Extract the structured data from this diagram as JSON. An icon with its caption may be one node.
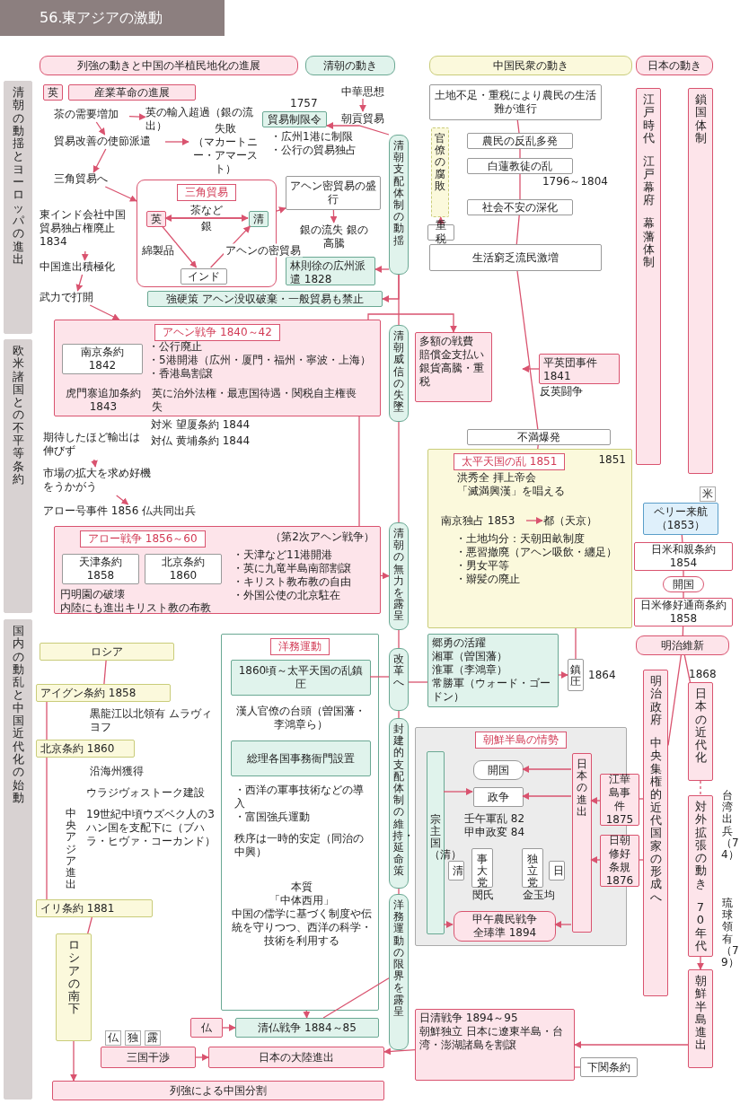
{
  "diagram": {
    "title": "56.東アジアの激動",
    "nodes": [
      {
        "text": [
          "列強の動きと中国の半植民地化の進展"
        ]
      },
      {
        "text": [
          "清朝の動き"
        ]
      },
      {
        "text": [
          "中国民衆の動き"
        ]
      },
      {
        "text": [
          "日本の動き"
        ]
      },
      {
        "text": [
          "清朝の動揺とヨーロッパの進出"
        ]
      },
      {
        "text": [
          "欧米諸国との不平等条約"
        ]
      },
      {
        "text": [
          "国内の動乱と中国近代化の始動"
        ]
      },
      {
        "text": [
          "英"
        ]
      },
      {
        "text": [
          "産業革命の進展"
        ]
      },
      {
        "text": [
          "茶の需要増加"
        ]
      },
      {
        "text": [
          "英の輸入超過（銀の流出）"
        ]
      },
      {
        "text": [
          "貿易改善の使節派遣"
        ]
      },
      {
        "text": [
          "失敗",
          "（マカートニー・アマースト）"
        ]
      },
      {
        "text": [
          "三角貿易へ"
        ]
      },
      {
        "text": [
          "三角貿易"
        ]
      },
      {
        "text": [
          "英"
        ],
        "in": 14
      },
      {
        "text": [
          "清"
        ],
        "in": 14
      },
      {
        "text": [
          "インド"
        ],
        "in": 14
      },
      {
        "text": [
          "東インド会社中国貿易独占権廃止 1834"
        ]
      },
      {
        "text": [
          "中国進出積極化"
        ]
      },
      {
        "text": [
          "武力で打開"
        ]
      },
      {
        "text": [
          "中華思想"
        ]
      },
      {
        "text": [
          "朝貢貿易"
        ]
      },
      {
        "text": [
          "貿易制限令"
        ],
        "beside": [
          "1757",
          "・広州1港に制限",
          "・公行の貿易独占"
        ]
      },
      {
        "text": [
          "アヘン密貿易の盛行"
        ]
      },
      {
        "text": [
          "銀の流失 銀の高騰"
        ]
      },
      {
        "text": [
          "林則徐の広州派遣 1828"
        ]
      },
      {
        "text": [
          "強硬策 アヘン没収破棄・一般貿易も禁止"
        ]
      },
      {
        "text": [
          "清朝支配体制の動揺"
        ]
      },
      {
        "text": [
          "土地不足・重税により農民の生活難が進行"
        ]
      },
      {
        "text": [
          "官僚の腐敗"
        ]
      },
      {
        "text": [
          "重税"
        ]
      },
      {
        "text": [
          "農民の反乱多発"
        ]
      },
      {
        "text": [
          "白蓮教徒の乱"
        ],
        "beside": [
          "1796～1804"
        ]
      },
      {
        "text": [
          "社会不安の深化"
        ]
      },
      {
        "text": [
          "生活窮乏流民激増"
        ]
      },
      {
        "text": [
          "江戸時代",
          "江戸幕府",
          "幕藩体制"
        ]
      },
      {
        "text": [
          "鎖国体制"
        ]
      },
      {
        "text": [
          "アヘン戦争 1840～42"
        ]
      },
      {
        "text": [
          "南京条約 1842"
        ],
        "in": 38
      },
      {
        "text": [
          "・公行廃止",
          "・5港開港（広州・厦門・福州・寧波・上海）",
          "・香港島割譲"
        ],
        "in": 38
      },
      {
        "text": [
          "虎門寨追加条約 1843"
        ],
        "in": 38
      },
      {
        "text": [
          "英に治外法権・最恵国待遇・関税自主権喪失"
        ],
        "in": 38
      },
      {
        "text": [
          "清朝威信の失墜"
        ]
      },
      {
        "text": [
          "多額の戦費",
          "賠償金支払い",
          "銀貨高騰・重税"
        ]
      },
      {
        "text": [
          "平英団事件",
          "1841"
        ],
        "beside": [
          "反英闘争"
        ]
      },
      {
        "text": [
          "期待したほど輸出は伸びず"
        ]
      },
      {
        "text": [
          "市場の拡大を求め好機をうかがう"
        ]
      },
      {
        "text": [
          "アロー号事件 1856 仏共同出兵"
        ]
      },
      {
        "text": [
          "アロー戦争 1856～60"
        ],
        "beside": [
          "（第2次アヘン戦争）"
        ]
      },
      {
        "text": [
          "天津条約 1858"
        ],
        "in": 49
      },
      {
        "text": [
          "北京条約 1860"
        ],
        "in": 49
      },
      {
        "text": [
          "円明園の破壊",
          "内陸にも進出キリスト教の布教"
        ],
        "in": 49
      },
      {
        "text": [
          "・天津など11港開港",
          "・英に九竜半島南部割譲",
          "・キリスト教布教の自由",
          "・外国公使の北京駐在"
        ],
        "in": 49
      },
      {
        "text": [
          "清朝の無力を露呈"
        ]
      },
      {
        "text": [
          "不満爆発"
        ]
      },
      {
        "text": [
          "太平天国の乱 1851"
        ],
        "beside": [
          "1851"
        ]
      },
      {
        "text": [
          "洪秀全 拝上帝会",
          "「滅満興漢」を唱える"
        ],
        "in": 56
      },
      {
        "text": [
          "南京独占 1853"
        ],
        "in": 56
      },
      {
        "text": [
          "都（天京）"
        ],
        "in": 56
      },
      {
        "text": [
          "・土地均分：天朝田畝制度",
          "・悪習撤廃（アヘン吸飲・纏足）",
          "・男女平等",
          "・辮髪の廃止"
        ],
        "in": 56
      },
      {
        "text": [
          "ペリー来航（1853）"
        ],
        "beside": [
          "米"
        ]
      },
      {
        "text": [
          "日米和親条約 1854"
        ]
      },
      {
        "text": [
          "開国"
        ]
      },
      {
        "text": [
          "日米修好通商条約 1858"
        ]
      },
      {
        "text": [
          "明治維新"
        ]
      },
      {
        "text": [
          "ロシア"
        ]
      },
      {
        "text": [
          "アイグン条約 1858"
        ]
      },
      {
        "text": [
          "黒龍江以北領有 ムラヴィヨフ"
        ]
      },
      {
        "text": [
          "北京条約 1860"
        ]
      },
      {
        "text": [
          "沿海州獲得"
        ]
      },
      {
        "text": [
          "ウラジヴォストーク建設"
        ]
      },
      {
        "text": [
          "中央アジア進出"
        ]
      },
      {
        "text": [
          "19世紀中頃ウズベク人の3ハン国を支配下に（ブハラ・ヒヴァ・コーカンド）"
        ]
      },
      {
        "text": [
          "イリ条約 1881"
        ]
      },
      {
        "text": [
          "ロシアの南下"
        ]
      },
      {
        "text": [
          "洋務運動"
        ]
      },
      {
        "text": [
          "1860頃～太平天国の乱鎮圧"
        ],
        "in": 76
      },
      {
        "text": [
          "漢人官僚の台頭（曽国藩・李鴻章ら）"
        ],
        "in": 76
      },
      {
        "text": [
          "総理各国事務衙門設置"
        ],
        "in": 76
      },
      {
        "text": [
          "・西洋の軍事技術などの導入",
          "・富国強兵運動"
        ],
        "in": 76
      },
      {
        "text": [
          "秩序は一時的安定（同治の中興）"
        ],
        "in": 76
      },
      {
        "text": [
          "本質",
          "「中体西用」",
          "中国の儒学に基づく制度や伝統を守りつつ、西洋の科学・技術を利用する"
        ],
        "in": 76
      },
      {
        "text": [
          "改革へ"
        ]
      },
      {
        "text": [
          "郷勇の活躍",
          "湘軍（曽国藩）",
          "淮軍（李鴻章）",
          "常勝軍（ウォード・ゴードン）"
        ]
      },
      {
        "text": [
          "鎮圧"
        ],
        "beside": [
          "1864"
        ]
      },
      {
        "text": [
          "封建的支配体制の維持・延命策"
        ]
      },
      {
        "text": [
          "洋務運動の限界を露呈"
        ]
      },
      {
        "text": [
          "朝鮮半島の情勢"
        ]
      },
      {
        "text": [
          "宗主国（清）"
        ],
        "in": 88
      },
      {
        "text": [
          "開国"
        ],
        "in": 88
      },
      {
        "text": [
          "政争"
        ],
        "in": 88
      },
      {
        "text": [
          "壬午軍乱 82",
          "甲申政変 84"
        ],
        "in": 88
      },
      {
        "text": [
          "清"
        ],
        "in": 88
      },
      {
        "text": [
          "事大党"
        ],
        "beside": [
          "閔氏"
        ],
        "in": 88
      },
      {
        "text": [
          "独立党"
        ],
        "beside": [
          "金玉均"
        ],
        "in": 88
      },
      {
        "text": [
          "日"
        ],
        "in": 88
      },
      {
        "text": [
          "甲午農民戦争",
          "全琫準 1894"
        ],
        "in": 88
      },
      {
        "text": [
          "日本の進出"
        ],
        "in": 88
      },
      {
        "text": [
          "江華島事件",
          "1875"
        ]
      },
      {
        "text": [
          "日朝修好条規",
          "1876"
        ]
      },
      {
        "text": [
          "明治政府",
          "中央集権的近代国家の形成へ"
        ]
      },
      {
        "text": [
          "日本の近代化"
        ],
        "beside": [
          "1868"
        ]
      },
      {
        "text": [
          "対外拡張の動き",
          "70年代"
        ]
      },
      {
        "text": [
          "朝鮮半島進出"
        ]
      },
      {
        "text": [
          "仏"
        ]
      },
      {
        "text": [
          "清仏戦争 1884～85"
        ]
      },
      {
        "text": [
          "三国干渉"
        ],
        "beside": [
          "仏",
          "独",
          "露"
        ]
      },
      {
        "text": [
          "日本の大陸進出"
        ]
      },
      {
        "text": [
          "日清戦争 1894～95",
          "朝鮮独立 日本に遼東半島・台湾・澎湖諸島を割譲"
        ]
      },
      {
        "text": [
          "下関条約"
        ]
      },
      {
        "text": [
          "列強による中国分割"
        ]
      }
    ],
    "edges": [
      {
        "from": 9,
        "to": 10,
        "arrow": "to"
      },
      {
        "from": 9,
        "to": 11,
        "arrow": "to"
      },
      {
        "from": 11,
        "to": 12,
        "arrow": "to"
      },
      {
        "from": 11,
        "to": 13,
        "arrow": "to"
      },
      {
        "from": 13,
        "to": 14,
        "arrow": "to"
      },
      {
        "from": 16,
        "to": 15,
        "label": "茶など",
        "arrow": "to"
      },
      {
        "from": 15,
        "to": 16,
        "label": "銀",
        "arrow": "to"
      },
      {
        "from": 15,
        "to": 17,
        "label": "綿製品",
        "arrow": "to"
      },
      {
        "from": 17,
        "to": 16,
        "label": "アヘンの密貿易",
        "arrow": "to"
      },
      {
        "from": 14,
        "to": 24,
        "arrow": "to"
      },
      {
        "from": 24,
        "to": 25,
        "arrow": "to"
      },
      {
        "from": 18,
        "to": 19,
        "arrow": "to"
      },
      {
        "from": 19,
        "to": 20,
        "arrow": "to"
      },
      {
        "from": 20,
        "to": 38,
        "arrow": "to"
      },
      {
        "from": 21,
        "to": 22,
        "arrow": "to"
      },
      {
        "from": 28,
        "to": 23,
        "arrow": "to"
      },
      {
        "from": 28,
        "to": 26,
        "arrow": "to"
      },
      {
        "from": 28,
        "to": 27,
        "arrow": "to"
      },
      {
        "from": 31,
        "to": 30,
        "arrow": "to"
      },
      {
        "from": 29,
        "to": 32,
        "arrow": "none"
      },
      {
        "from": 32,
        "to": 33,
        "arrow": "none"
      },
      {
        "from": 33,
        "to": 34,
        "arrow": "none"
      },
      {
        "from": 34,
        "to": 35,
        "arrow": "none"
      },
      {
        "from": 28,
        "to": 43,
        "arrow": "none"
      },
      {
        "from": 38,
        "to": 44,
        "arrow": "to"
      },
      {
        "from": 45,
        "to": null,
        "arrow": "to"
      },
      {
        "from": 46,
        "to": 47,
        "arrow": "to"
      },
      {
        "from": 47,
        "to": 48,
        "arrow": "to"
      },
      {
        "from": 38,
        "to": 49,
        "arrow": "none"
      },
      {
        "from": 43,
        "to": 54,
        "arrow": "none"
      },
      {
        "from": 49,
        "to": 54,
        "arrow": "to"
      },
      {
        "from": 35,
        "to": 55,
        "arrow": "none"
      },
      {
        "from": 55,
        "to": 56,
        "arrow": "none"
      },
      {
        "from": 58,
        "to": 59,
        "arrow": "to"
      },
      {
        "from": 61,
        "to": 62,
        "arrow": "none"
      },
      {
        "from": 62,
        "to": 63,
        "arrow": "none"
      },
      {
        "from": 63,
        "to": 64,
        "arrow": "none"
      },
      {
        "from": 64,
        "to": 65,
        "arrow": "none"
      },
      {
        "from": 66,
        "to": 67,
        "arrow": "none"
      },
      {
        "from": 67,
        "to": 69,
        "arrow": "none"
      },
      {
        "from": 69,
        "to": 74,
        "arrow": "none"
      },
      {
        "from": 74,
        "to": 75,
        "arrow": "none"
      },
      {
        "from": 54,
        "to": 83,
        "arrow": "none"
      },
      {
        "from": 83,
        "to": 84,
        "arrow": "none"
      },
      {
        "from": 84,
        "to": 85,
        "arrow": "to"
      },
      {
        "from": 85,
        "to": 56,
        "arrow": "none"
      },
      {
        "from": 77,
        "to": 83,
        "arrow": "none"
      },
      {
        "from": 83,
        "to": 86,
        "arrow": "none"
      },
      {
        "from": 86,
        "to": 87,
        "arrow": "none"
      },
      {
        "from": 89,
        "to": 91,
        "arrow": "to"
      },
      {
        "from": 89,
        "to": 97,
        "arrow": "to"
      },
      {
        "from": 98,
        "to": 90,
        "arrow": "to"
      },
      {
        "from": 98,
        "to": 91,
        "arrow": "to"
      },
      {
        "from": 98,
        "to": 97,
        "arrow": "to"
      },
      {
        "from": 99,
        "to": 98,
        "arrow": "to"
      },
      {
        "from": 100,
        "to": 98,
        "arrow": "to"
      },
      {
        "from": 101,
        "to": 99,
        "arrow": "none"
      },
      {
        "from": 101,
        "to": 100,
        "arrow": "none"
      },
      {
        "from": 65,
        "to": 101,
        "arrow": "none"
      },
      {
        "from": 65,
        "to": 102,
        "arrow": "none"
      },
      {
        "from": 102,
        "to": 103,
        "arrow": "none",
        "style": "dashed"
      },
      {
        "from": 103,
        "to": 104,
        "arrow": "to"
      },
      {
        "from": 104,
        "to": 109,
        "arrow": "to"
      },
      {
        "from": 105,
        "to": 106,
        "arrow": "to"
      },
      {
        "from": 76,
        "to": 106,
        "arrow": "to"
      },
      {
        "from": 106,
        "to": 87,
        "arrow": "none"
      },
      {
        "from": 107,
        "to": 108,
        "arrow": "to"
      },
      {
        "from": 109,
        "to": 108,
        "arrow": "to"
      },
      {
        "from": 110,
        "to": 109,
        "arrow": "none"
      },
      {
        "from": 75,
        "to": 111,
        "arrow": "to"
      }
    ],
    "labels": [
      "対米 望厦条約 1844",
      "対仏 黄埔条約 1844",
      "台湾出兵（74）",
      "琉球領有（79）"
    ]
  }
}
